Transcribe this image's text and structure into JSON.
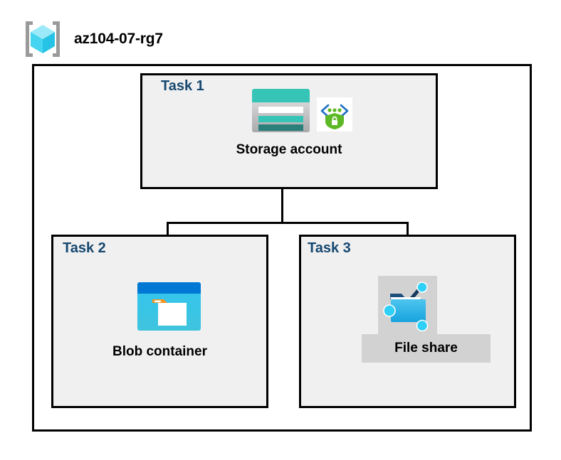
{
  "diagram": {
    "title": "az104-07-rg7",
    "resource_group_icon": "resource-group-cube-icon",
    "colors": {
      "task_label": "#15476f",
      "task_fill": "#f0f0f0",
      "border": "#000000",
      "highlight": "#d2d2d2",
      "storage_teal": "#35c4b5",
      "storage_dark_teal": "#2a7f7a",
      "blob_blue": "#0078d4",
      "blob_cyan": "#32c5f0",
      "blob_orange": "#f7941e",
      "shield_green": "#5cb925",
      "chevron_blue": "#1f6fc4",
      "cube_cyan": "#7fe3f5"
    },
    "tasks": [
      {
        "label": "Task 1",
        "node_label": "Storage account",
        "icons": [
          "storage-account-icon",
          "secure-endpoint-shield-icon"
        ]
      },
      {
        "label": "Task 2",
        "node_label": "Blob container",
        "icons": [
          "blob-container-icon"
        ]
      },
      {
        "label": "Task 3",
        "node_label": "File share",
        "icons": [
          "file-share-icon"
        ],
        "highlighted": true
      }
    ],
    "connections": [
      {
        "from": "Storage account",
        "to": "Blob container"
      },
      {
        "from": "Storage account",
        "to": "File share"
      }
    ]
  }
}
